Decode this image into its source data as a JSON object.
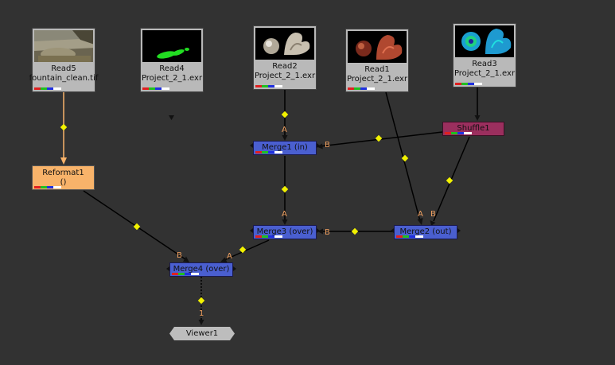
{
  "nodes": {
    "read5": {
      "name": "Read5",
      "file": "fountain_clean.tif"
    },
    "read4": {
      "name": "Read4",
      "file": "Project_2_1.exr"
    },
    "read2": {
      "name": "Read2",
      "file": "Project_2_1.exr"
    },
    "read1": {
      "name": "Read1",
      "file": "Project_2_1.exr"
    },
    "read3": {
      "name": "Read3",
      "file": "Project_2_1.exr"
    },
    "shuffle1": {
      "name": "Shuffle1"
    },
    "reformat1": {
      "name": "Reformat1",
      "sub": "()"
    },
    "merge1": {
      "name": "Merge1 (in)"
    },
    "merge2": {
      "name": "Merge2 (out)"
    },
    "merge3": {
      "name": "Merge3 (over)"
    },
    "merge4": {
      "name": "Merge4 (over)"
    },
    "viewer1": {
      "name": "Viewer1"
    }
  },
  "inputs": {
    "merge1_a": "A",
    "merge1_b": "B",
    "merge2_a": "A",
    "merge2_b": "B",
    "merge3_a": "A",
    "merge3_b": "B",
    "merge4_a": "A",
    "merge4_b": "B",
    "viewer1_in": "1"
  },
  "colors": {
    "background": "#323232",
    "read_node": "#b9b9b9",
    "merge_node": "#4a5fd0",
    "shuffle_node": "#9b2f5e",
    "reformat_node": "#f8b36a",
    "edge": "#000000",
    "edge_selected": "#f8b36a",
    "dot": "#f2f200",
    "input_label": "#f0a060"
  },
  "icons": {
    "read5": "stone-fountain-thumbnail",
    "read4": "green-mask-thumbnail",
    "read2": "silver-dragon-thumbnail",
    "read1": "red-dragon-thumbnail",
    "read3": "blue-dragon-thumbnail"
  }
}
